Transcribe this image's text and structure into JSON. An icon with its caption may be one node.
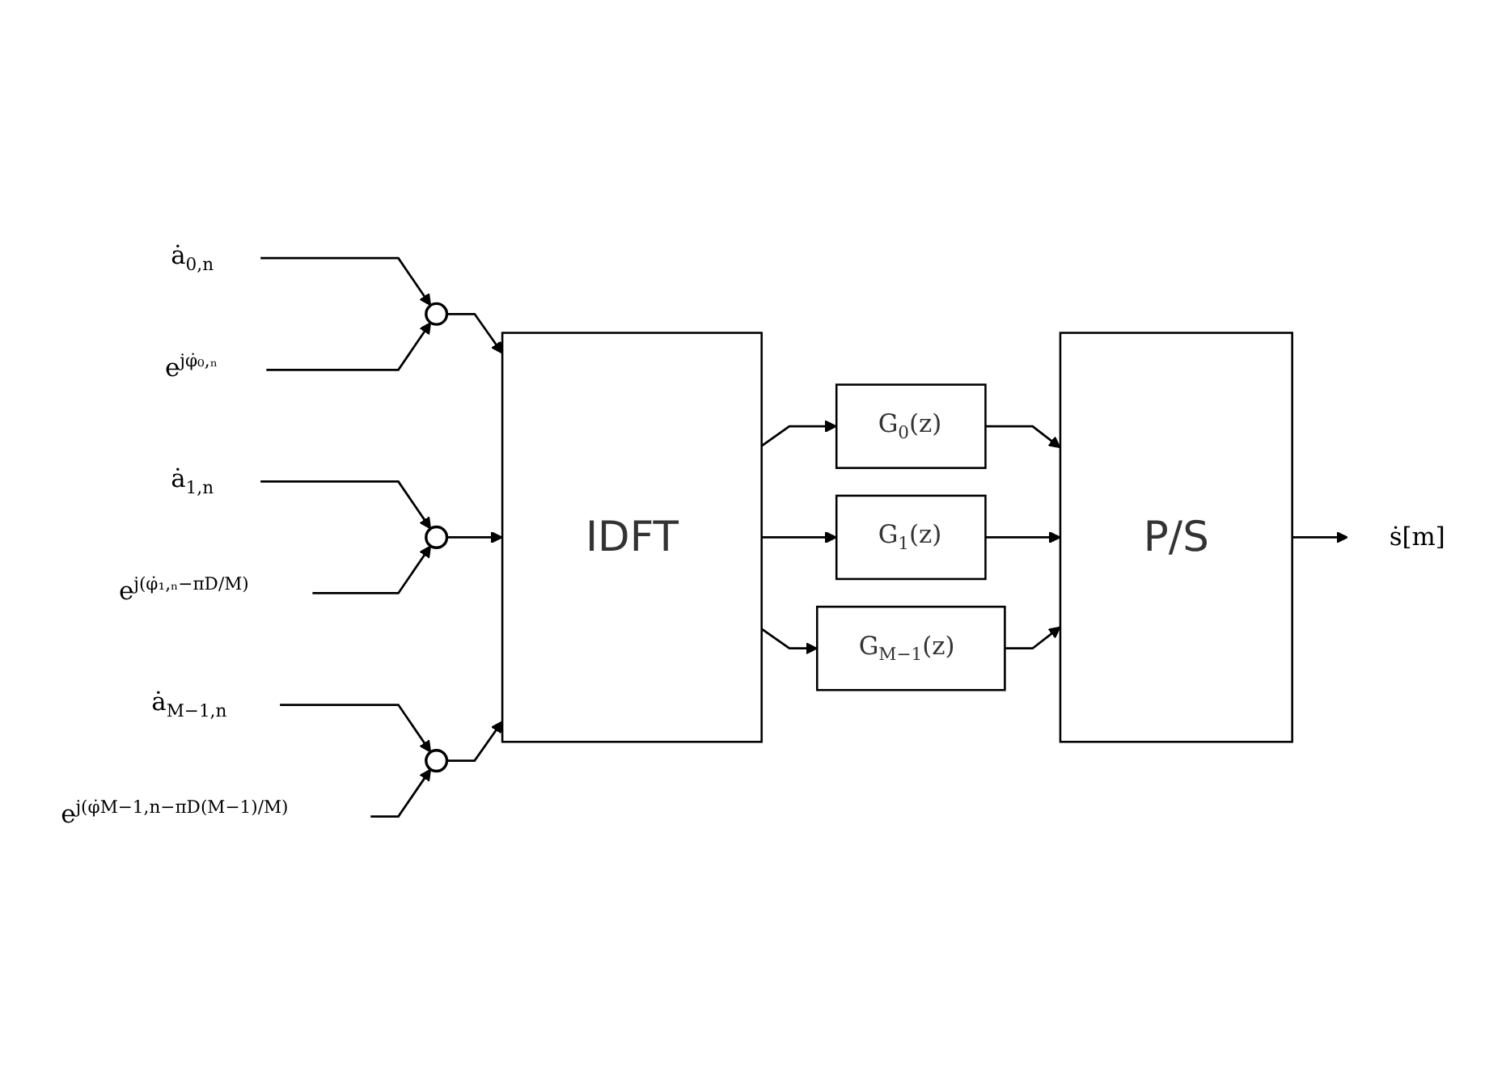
{
  "diagram": {
    "nodes": [
      {
        "text": [
          "ȧ$_{0,n}$"
        ]
      },
      {
        "text": [
          "e$^{jφ̇₀,ₙ}$"
        ]
      },
      {
        "text": [],
        "shape": "circle"
      },
      {
        "text": [
          "ȧ$_{1,n}$"
        ]
      },
      {
        "text": [
          "e$^{j(φ̇₁,ₙ−πD/M)}$"
        ]
      },
      {
        "text": [],
        "shape": "circle"
      },
      {
        "text": [
          "ȧ$_{M−1,n}$"
        ]
      },
      {
        "text": [
          "e$^{j(φ̇M−1,n−πD(M−1)/M)}$"
        ]
      },
      {
        "text": [],
        "shape": "circle"
      },
      {
        "text": [
          "IDFT"
        ]
      },
      {
        "text": [
          "G$_{0}$(z)"
        ]
      },
      {
        "text": [
          "G$_{1}$(z)"
        ]
      },
      {
        "text": [
          "G$_{M−1}$(z)"
        ]
      },
      {
        "text": [
          "P/S"
        ]
      },
      {
        "text": [
          "ṡ[m]"
        ]
      }
    ],
    "edges": [
      {
        "from": 0,
        "to": 2,
        "arrow": "to"
      },
      {
        "from": 1,
        "to": 2,
        "arrow": "to"
      },
      {
        "from": 2,
        "to": 9,
        "arrow": "to"
      },
      {
        "from": 3,
        "to": 5,
        "arrow": "to"
      },
      {
        "from": 4,
        "to": 5,
        "arrow": "to"
      },
      {
        "from": 5,
        "to": 9,
        "arrow": "to"
      },
      {
        "from": 6,
        "to": 8,
        "arrow": "to"
      },
      {
        "from": 7,
        "to": 8,
        "arrow": "to"
      },
      {
        "from": 8,
        "to": 9,
        "arrow": "to"
      },
      {
        "from": 9,
        "to": 10,
        "arrow": "to"
      },
      {
        "from": 9,
        "to": 11,
        "arrow": "to"
      },
      {
        "from": 9,
        "to": 12,
        "arrow": "to"
      },
      {
        "from": 10,
        "to": 13,
        "arrow": "to"
      },
      {
        "from": 11,
        "to": 13,
        "arrow": "to"
      },
      {
        "from": 12,
        "to": 13,
        "arrow": "to"
      },
      {
        "from": 13,
        "to": 14,
        "arrow": "to"
      }
    ]
  }
}
